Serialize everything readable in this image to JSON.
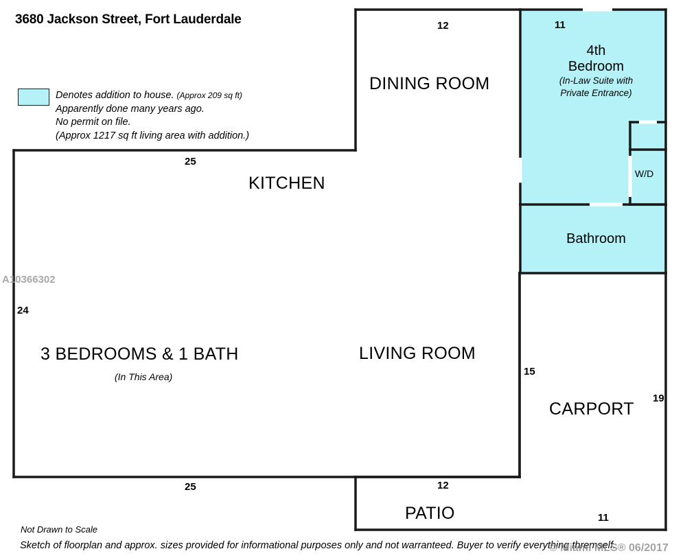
{
  "document": {
    "title": "3680 Jackson Street, Fort Lauderdale",
    "type": "floorplan-sketch"
  },
  "legend": {
    "swatch_color": "#b5f2f7",
    "line1": "Denotes addition to house.",
    "line1_paren": "(Approx 209 sq ft)",
    "line2": "Apparently done many years ago.",
    "line3": "No permit on file.",
    "line4": "(Approx 1217 sq ft living area with addition.)"
  },
  "rooms": {
    "dining": "DINING ROOM",
    "kitchen": "KITCHEN",
    "living": "LIVING ROOM",
    "bedrooms": "3 BEDROOMS & 1 BATH",
    "bedrooms_sub": "(In This Area)",
    "bedroom4_line1": "4th",
    "bedroom4_line2": "Bedroom",
    "bedroom4_sub1": "(In-Law Suite with",
    "bedroom4_sub2": "Private Entrance)",
    "bathroom": "Bathroom",
    "wd": "W/D",
    "carport": "CARPORT",
    "patio": "PATIO"
  },
  "dimensions": {
    "top_dining": "12",
    "top_bedroom": "11",
    "top_kitchen": "25",
    "left_main": "24",
    "right_living": "15",
    "right_carport": "19",
    "bottom_main": "25",
    "bottom_patio": "12",
    "bottom_carport": "11"
  },
  "footer": {
    "not_to_scale": "Not Drawn to Scale",
    "disclaimer": "Sketch of floorplan and approx. sizes provided for informational purposes only and not warranteed.  Buyer to verify everything thremself."
  },
  "watermark": {
    "mls_id": "A10366302",
    "copyright": "© Miami MLS® 06/2017"
  },
  "colors": {
    "addition_fill": "#b5f2f7",
    "wall": "#1a1a1a",
    "background": "#ffffff"
  }
}
